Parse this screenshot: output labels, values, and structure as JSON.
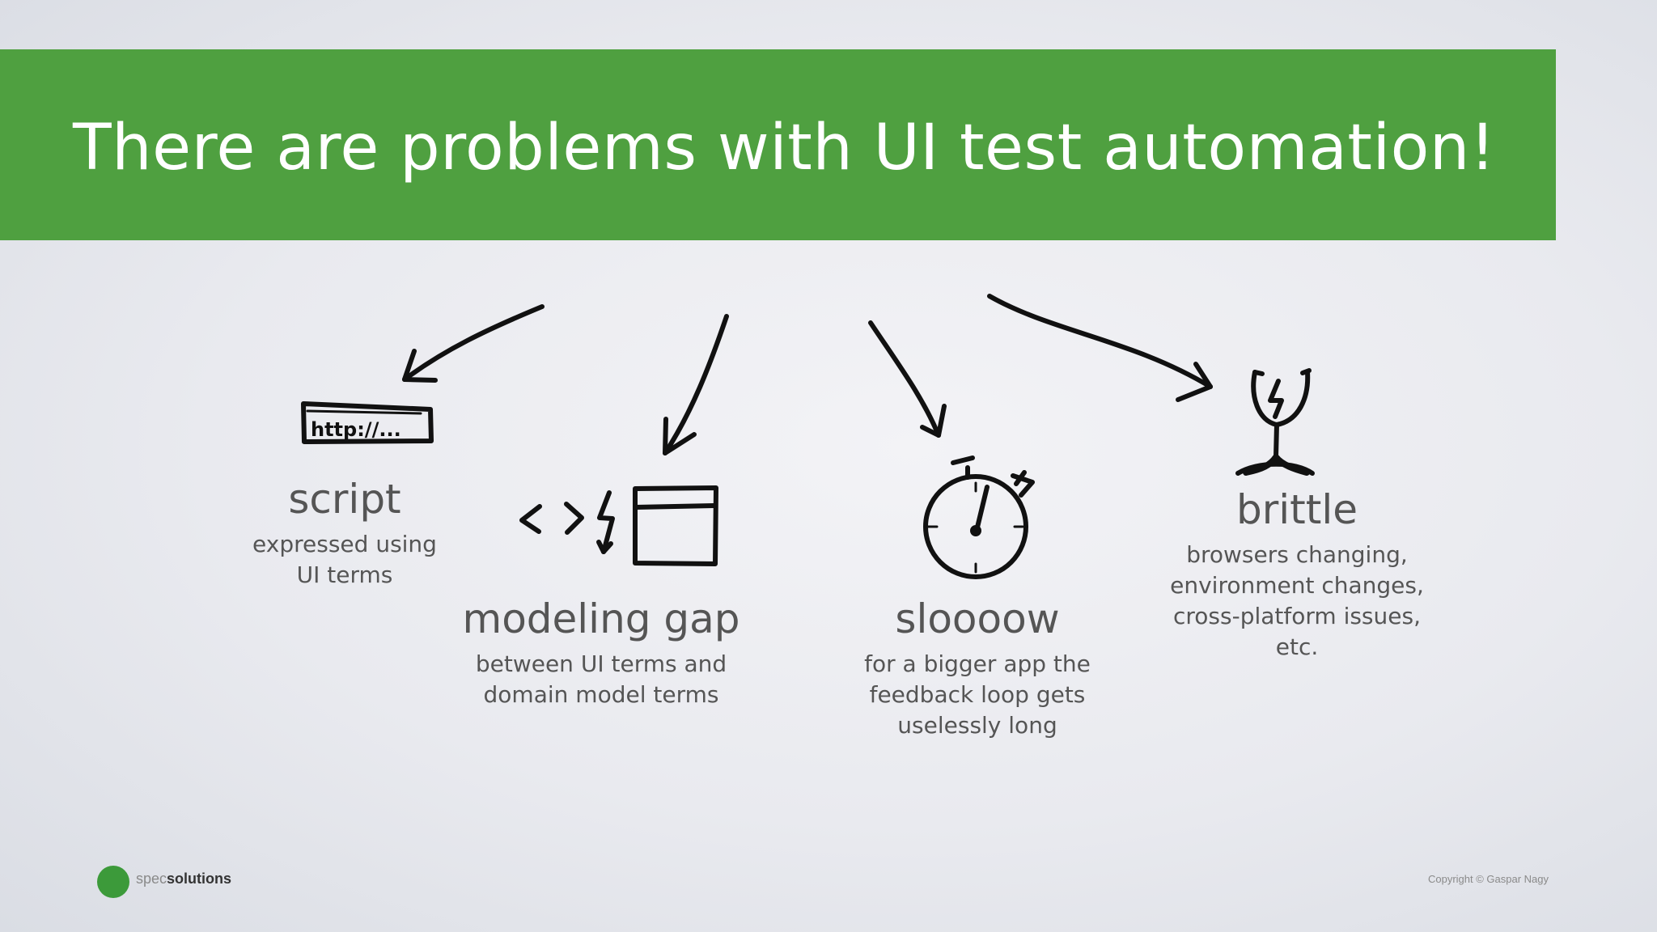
{
  "title": "There are problems with UI test automation!",
  "items": [
    {
      "heading": "script",
      "lines": [
        "expressed using",
        "UI terms"
      ],
      "icon": "url-bar-icon"
    },
    {
      "heading": "modeling gap",
      "lines": [
        "between UI terms and",
        "domain model terms"
      ],
      "icon": "code-gap-window-icon"
    },
    {
      "heading": "sloooow",
      "lines": [
        "for a bigger app the",
        "feedback loop gets",
        "uselessly long"
      ],
      "icon": "stopwatch-icon"
    },
    {
      "heading": "brittle",
      "lines": [
        "browsers changing,",
        "environment changes,",
        "cross-platform issues,",
        "etc."
      ],
      "icon": "broken-glass-icon"
    }
  ],
  "sketch_text": {
    "url": "http://..."
  },
  "footer": {
    "logo_light": "spec",
    "logo_bold": "solutions",
    "copyright": "Copyright © Gaspar Nagy"
  },
  "colors": {
    "banner": "#4fa040",
    "text": "#555555",
    "ink": "#111111"
  }
}
